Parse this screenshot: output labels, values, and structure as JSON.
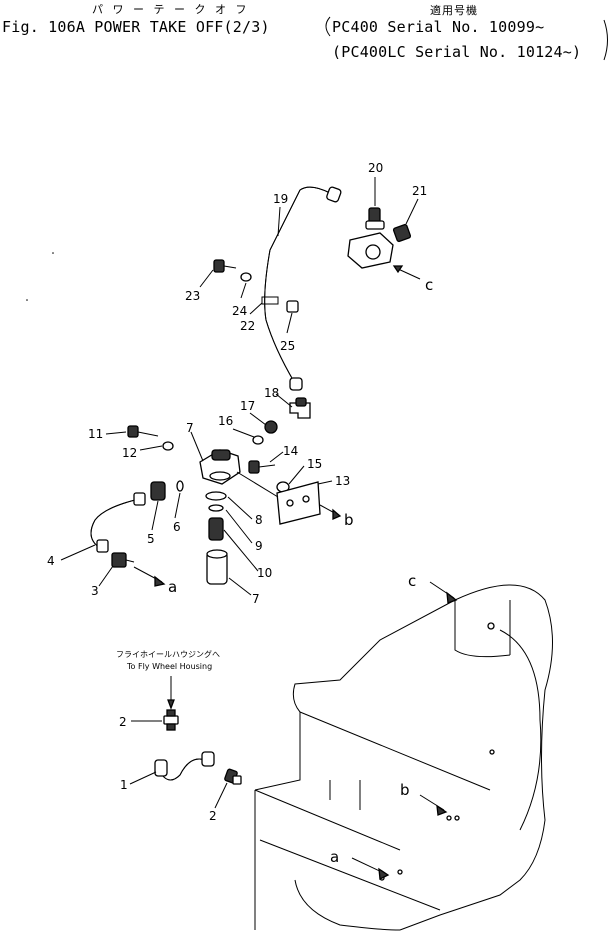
{
  "header": {
    "kana_title": "パ ワ ー テ ー ク オ フ",
    "fig_title": "Fig. 106A POWER TAKE OFF(2/3)",
    "applicable_label": "適用号機",
    "serial_line_1": "PC400    Serial No. 10099~",
    "serial_line_2": "(PC400LC Serial No. 10124~)"
  },
  "parts": [
    {
      "id": "p20",
      "label": "20"
    },
    {
      "id": "p21",
      "label": "21"
    },
    {
      "id": "p19",
      "label": "19"
    },
    {
      "id": "p23",
      "label": "23"
    },
    {
      "id": "p24",
      "label": "24"
    },
    {
      "id": "p22",
      "label": "22"
    },
    {
      "id": "p25",
      "label": "25"
    },
    {
      "id": "p18",
      "label": "18"
    },
    {
      "id": "p17",
      "label": "17"
    },
    {
      "id": "p16",
      "label": "16"
    },
    {
      "id": "p7a",
      "label": "7"
    },
    {
      "id": "p11",
      "label": "11"
    },
    {
      "id": "p12",
      "label": "12"
    },
    {
      "id": "p14",
      "label": "14"
    },
    {
      "id": "p15",
      "label": "15"
    },
    {
      "id": "p13",
      "label": "13"
    },
    {
      "id": "p5",
      "label": "5"
    },
    {
      "id": "p6",
      "label": "6"
    },
    {
      "id": "p8",
      "label": "8"
    },
    {
      "id": "p9",
      "label": "9"
    },
    {
      "id": "p10",
      "label": "10"
    },
    {
      "id": "p7b",
      "label": "7"
    },
    {
      "id": "p4",
      "label": "4"
    },
    {
      "id": "p3",
      "label": "3"
    },
    {
      "id": "p2a",
      "label": "2"
    },
    {
      "id": "p1",
      "label": "1"
    },
    {
      "id": "p2b",
      "label": "2"
    }
  ],
  "refs": [
    {
      "id": "c1",
      "label": "c"
    },
    {
      "id": "b1",
      "label": "b"
    },
    {
      "id": "a1",
      "label": "a"
    },
    {
      "id": "c2",
      "label": "c"
    },
    {
      "id": "b2",
      "label": "b"
    },
    {
      "id": "a2",
      "label": "a"
    }
  ],
  "note": {
    "jp": "フライホイールハウジングへ",
    "en": "To Fly Wheel Housing"
  }
}
